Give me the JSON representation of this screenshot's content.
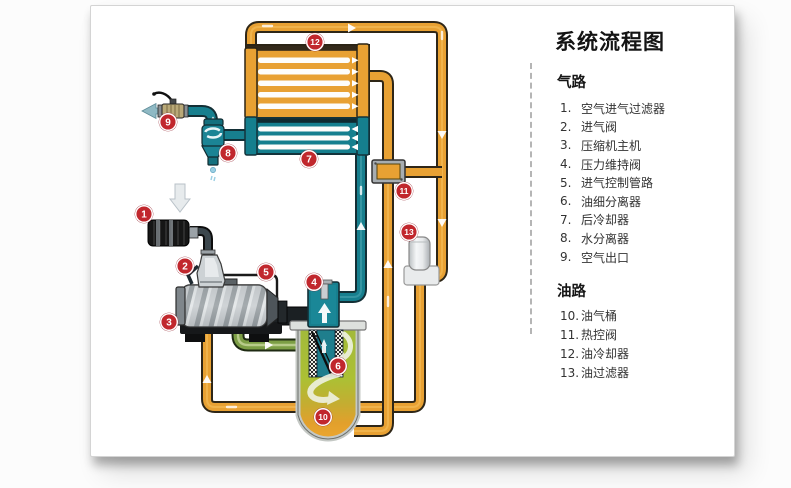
{
  "legend": {
    "title": "系统流程图",
    "sections": [
      {
        "heading": "气路",
        "items": [
          {
            "num": "1.",
            "label": "空气进气过滤器"
          },
          {
            "num": "2.",
            "label": "进气阀"
          },
          {
            "num": "3.",
            "label": "压缩机主机"
          },
          {
            "num": "4.",
            "label": "压力维持阀"
          },
          {
            "num": "5.",
            "label": "进气控制管路"
          },
          {
            "num": "6.",
            "label": "油细分离器"
          },
          {
            "num": "7.",
            "label": "后冷却器"
          },
          {
            "num": "8.",
            "label": "水分离器"
          },
          {
            "num": "9.",
            "label": "空气出口"
          }
        ]
      },
      {
        "heading": "油路",
        "items": [
          {
            "num": "10.",
            "label": "油气桶"
          },
          {
            "num": "11.",
            "label": "热控阀"
          },
          {
            "num": "12.",
            "label": "油冷却器"
          },
          {
            "num": "13.",
            "label": "油过滤器"
          }
        ]
      }
    ]
  },
  "diagram": {
    "badges": [
      {
        "n": "1"
      },
      {
        "n": "2"
      },
      {
        "n": "3"
      },
      {
        "n": "4"
      },
      {
        "n": "5"
      },
      {
        "n": "6"
      },
      {
        "n": "7"
      },
      {
        "n": "8"
      },
      {
        "n": "9"
      },
      {
        "n": "10"
      },
      {
        "n": "11"
      },
      {
        "n": "12"
      },
      {
        "n": "13"
      }
    ],
    "colors": {
      "oil_pipe": "#E8A133",
      "air_pipe": "#177F8E",
      "mix_pipe": "#7C9E45",
      "badge_red": "#C1272D",
      "tank_top_green": "#A2B93B",
      "tank_bottom_orange": "#F2AA30"
    }
  }
}
